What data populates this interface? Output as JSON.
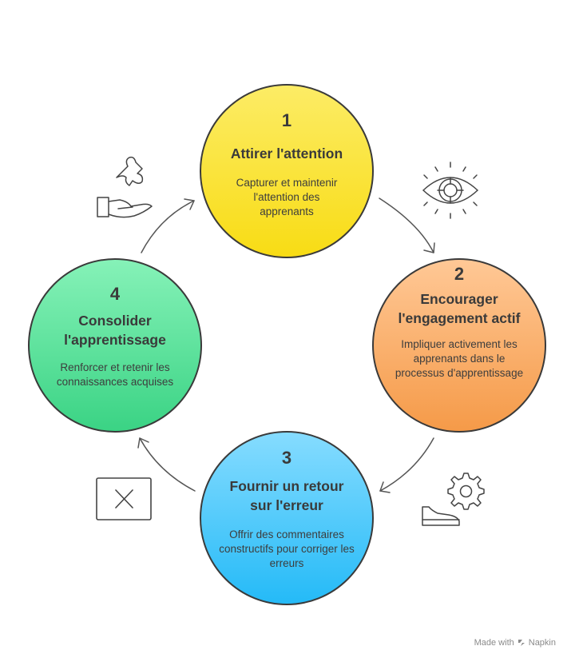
{
  "steps": [
    {
      "number": "1",
      "title": "Attirer l'attention",
      "description": "Capturer et maintenir l'attention des apprenants",
      "color_top": "#FCEB5A",
      "color_bottom": "#F6DB10",
      "icon": "eye-target-icon"
    },
    {
      "number": "2",
      "title": "Encourager l'engagement actif",
      "description": "Impliquer activement les apprenants dans le processus d'apprentissage",
      "color_top": "#FFC38E",
      "color_bottom": "#F69A4A",
      "icon": "gear-hand-icon"
    },
    {
      "number": "3",
      "title": "Fournir un retour sur l'erreur",
      "description": "Offrir des commentaires constructifs pour corriger les erreurs",
      "color_top": "#7FD9FF",
      "color_bottom": "#2EBCF6",
      "icon": "x-box-icon"
    },
    {
      "number": "4",
      "title": "Consolider l'apprentissage",
      "description": "Renforcer et retenir les connaissances acquises",
      "color_top": "#7FF0B2",
      "color_bottom": "#3DD487",
      "icon": "puzzle-hand-icon"
    }
  ],
  "footer": {
    "made_with": "Made with",
    "brand": "Napkin"
  }
}
